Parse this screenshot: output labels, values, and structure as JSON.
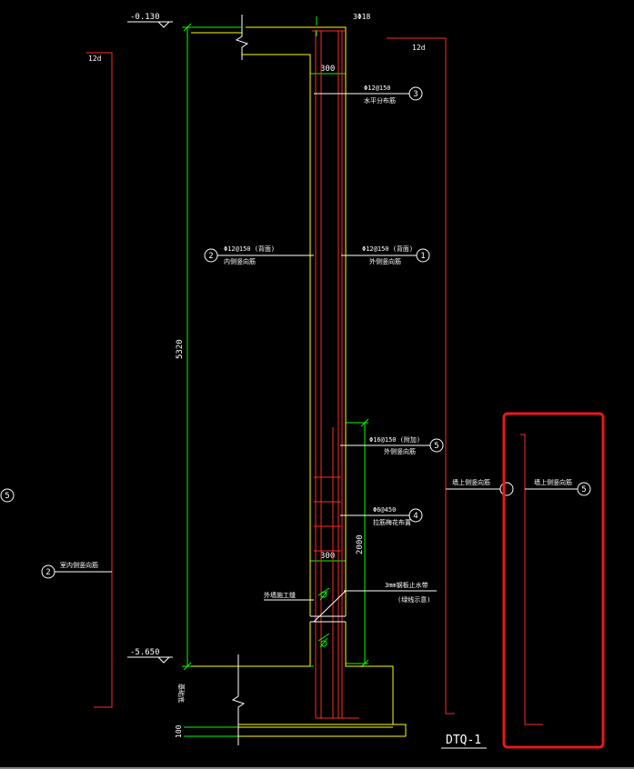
{
  "drawing": {
    "title": "DTQ-1",
    "elevations": {
      "top": "-0.130",
      "bottom": "-5.650"
    },
    "dimensions": {
      "height_total": "5320",
      "lower_height": "2000",
      "wall_width_top": "300",
      "wall_width_bottom": "300",
      "slab_thickness": "100",
      "anchor_left": "12d",
      "anchor_right": "12d"
    },
    "top_bars": "3Φ18",
    "callouts": [
      {
        "num": "3",
        "line1": "Φ12@150",
        "line2": "水平分布筋"
      },
      {
        "num": "2",
        "line1": "Φ12@150 (背面)",
        "line2": "内侧竖向筋"
      },
      {
        "num": "1",
        "line1": "Φ12@150 (背面)",
        "line2": "外侧竖向筋"
      },
      {
        "num": "5",
        "line1": "Φ16@150 (附加)",
        "line2": "外侧竖向筋"
      },
      {
        "num": "4",
        "line1": "Φ6@450",
        "line2": "拉筋梅花布置"
      }
    ],
    "waterstop": {
      "label": "外墙施工缝",
      "line1": "3mm钢板止水带",
      "line2": "(绿线示意)"
    },
    "foundation_label": "基础底",
    "side_labels": {
      "left_circle": "5",
      "left_callout_num": "2",
      "left_callout_text": "室内侧竖向筋",
      "right_callout_text": "墙上侧竖向筋",
      "highlight_text": "墙上侧竖向筋",
      "highlight_num": "5"
    }
  },
  "colors": {
    "background": "#000000",
    "concrete": "#ffff00",
    "dimension": "#00ff00",
    "rebar": "#ff2a2a",
    "text": "#ffffff",
    "highlight": "#e8181e"
  }
}
